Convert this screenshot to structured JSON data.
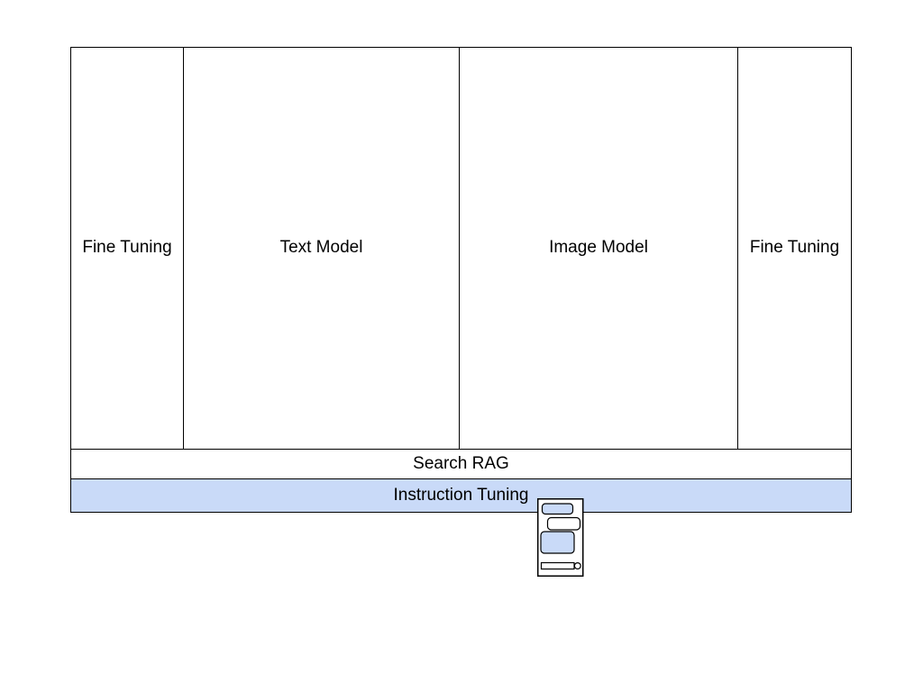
{
  "diagram": {
    "columns": [
      {
        "label": "Fine Tuning"
      },
      {
        "label": "Text Model"
      },
      {
        "label": "Image Model"
      },
      {
        "label": "Fine Tuning"
      }
    ],
    "rows": [
      {
        "label": "Search RAG",
        "fill": "#ffffff"
      },
      {
        "label": "Instruction Tuning",
        "fill": "#c9daf8"
      }
    ],
    "colors": {
      "accent_blue": "#c9daf8",
      "border": "#000000",
      "text": "#000000",
      "background": "#ffffff"
    }
  }
}
